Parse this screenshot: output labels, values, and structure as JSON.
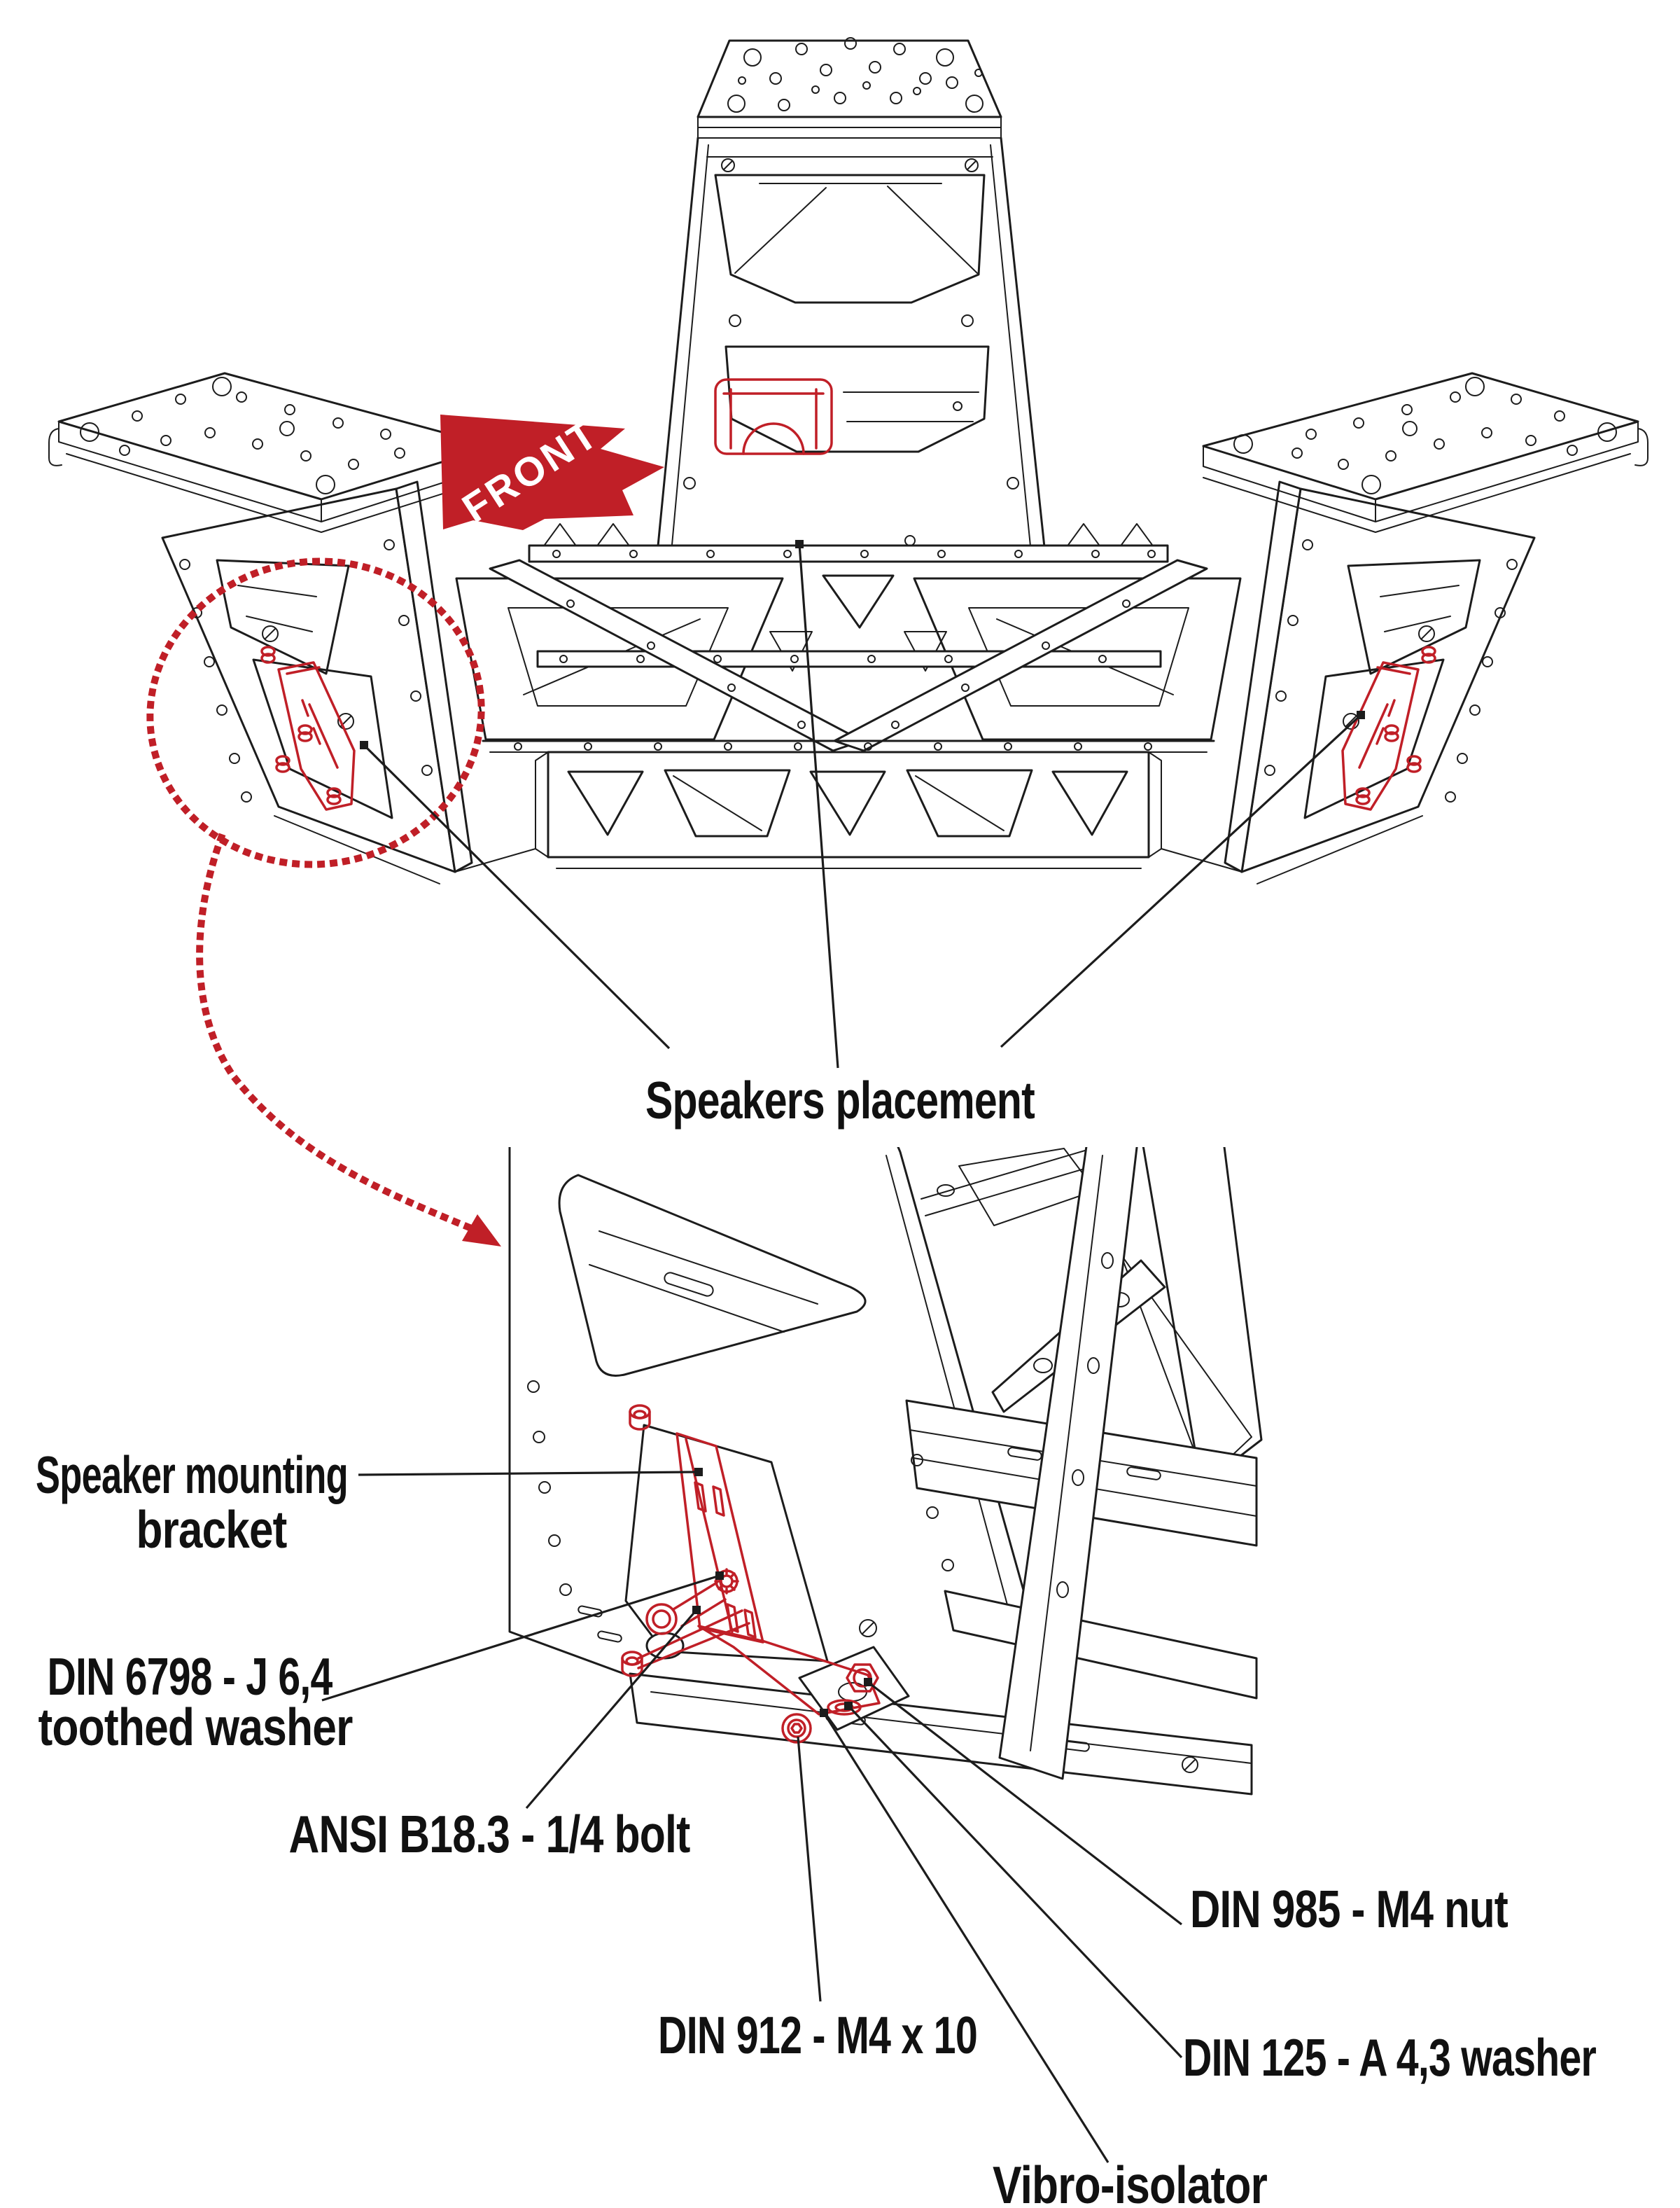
{
  "colors": {
    "accent_red": "#c01f27",
    "line_black": "#1c1c1c",
    "background": "#ffffff",
    "label_text": "#111111"
  },
  "front_marker": {
    "label": "FRONT"
  },
  "annotations": {
    "speakers_placement": "Speakers placement",
    "speaker_mounting_bracket": [
      "Speaker mounting",
      "bracket"
    ],
    "din_6798": [
      "DIN 6798 - J 6,4",
      "toothed washer"
    ],
    "ansi_b18_3": "ANSI B18.3 - 1/4 bolt",
    "din_985": "DIN 985 - M4 nut",
    "din_912": "DIN 912 - M4 x 10",
    "din_125": "DIN 125 - A 4,3 washer",
    "vibro_isolator": "Vibro-isolator"
  },
  "icons": {
    "front_direction_arrow": "front-direction-arrow-icon",
    "detail_callout_ellipse": "detail-callout-ellipse-icon",
    "detail_callout_arrow": "detail-callout-arrow-icon"
  }
}
